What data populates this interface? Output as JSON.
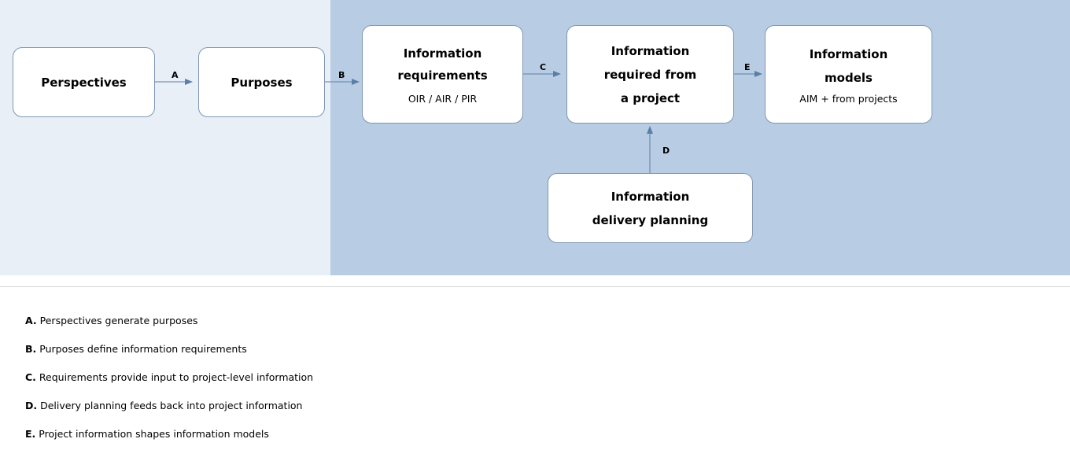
{
  "diagram": {
    "nodes": {
      "perspectives": {
        "title": "Perspectives"
      },
      "purposes": {
        "title": "Purposes"
      },
      "requirements": {
        "title_line1": "Information",
        "title_line2": "requirements",
        "subtitle": "OIR / AIR / PIR"
      },
      "project": {
        "title_line1": "Information",
        "title_line2": "required from",
        "title_line3": "a project"
      },
      "models": {
        "title_line1": "Information",
        "title_line2": "models",
        "subtitle": "AIM + from projects"
      },
      "planning": {
        "title_line1": "Information",
        "title_line2": "delivery planning"
      }
    },
    "edges": [
      {
        "label": "A",
        "from": "perspectives",
        "to": "purposes"
      },
      {
        "label": "B",
        "from": "purposes",
        "to": "requirements"
      },
      {
        "label": "C",
        "from": "requirements",
        "to": "project"
      },
      {
        "label": "D",
        "from": "planning",
        "to": "project"
      },
      {
        "label": "E",
        "from": "project",
        "to": "models"
      }
    ],
    "colors": {
      "band_left": "#e8eff7",
      "band_right": "#b8cde4",
      "node_border": "#7f96b2",
      "arrow": "#5b7ea6"
    }
  },
  "legend": [
    {
      "key": "A.",
      "text": "Perspectives generate purposes"
    },
    {
      "key": "B.",
      "text": "Purposes define information requirements"
    },
    {
      "key": "C.",
      "text": "Requirements provide input to project-level information"
    },
    {
      "key": "D.",
      "text": "Delivery planning feeds back into project information"
    },
    {
      "key": "E.",
      "text": "Project information shapes information models"
    }
  ]
}
